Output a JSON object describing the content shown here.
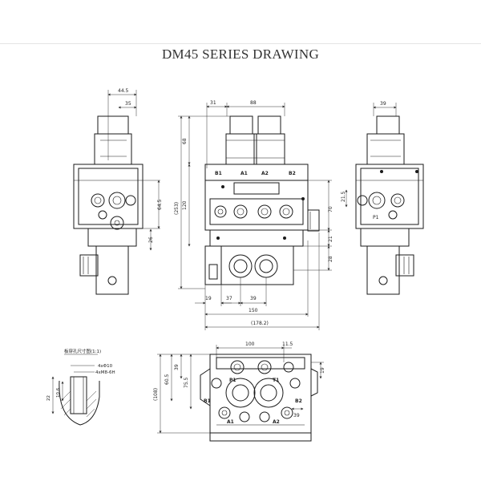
{
  "title": "DM45 SERIES DRAWING",
  "front_view": {
    "port_labels": [
      "B1",
      "A1",
      "A2",
      "B2"
    ],
    "dims_top": [
      "31",
      "88"
    ],
    "dims_left": [
      "68",
      "120",
      "(253)"
    ],
    "dims_right": [
      "70",
      "21",
      "28"
    ],
    "dims_bottom": [
      "19",
      "37",
      "39",
      "150",
      "(178.2)"
    ]
  },
  "left_view": {
    "dims": [
      "44.5",
      "35",
      "26",
      "64.5"
    ]
  },
  "right_view": {
    "dims": [
      "39",
      "21.5"
    ],
    "port_label": "P1"
  },
  "bottom_view": {
    "dims": [
      "100",
      "11.5",
      "39",
      "60.5",
      "(108)",
      "75.5",
      "19",
      "39"
    ],
    "port_labels": [
      "B1",
      "A1",
      "P1",
      "T1",
      "A2",
      "B2"
    ]
  },
  "detail": {
    "note": "板穿孔尺寸图(1:1)",
    "callouts": [
      "4xΦ10",
      "4xM8-6H"
    ],
    "dims": [
      "22",
      "10.6"
    ]
  }
}
